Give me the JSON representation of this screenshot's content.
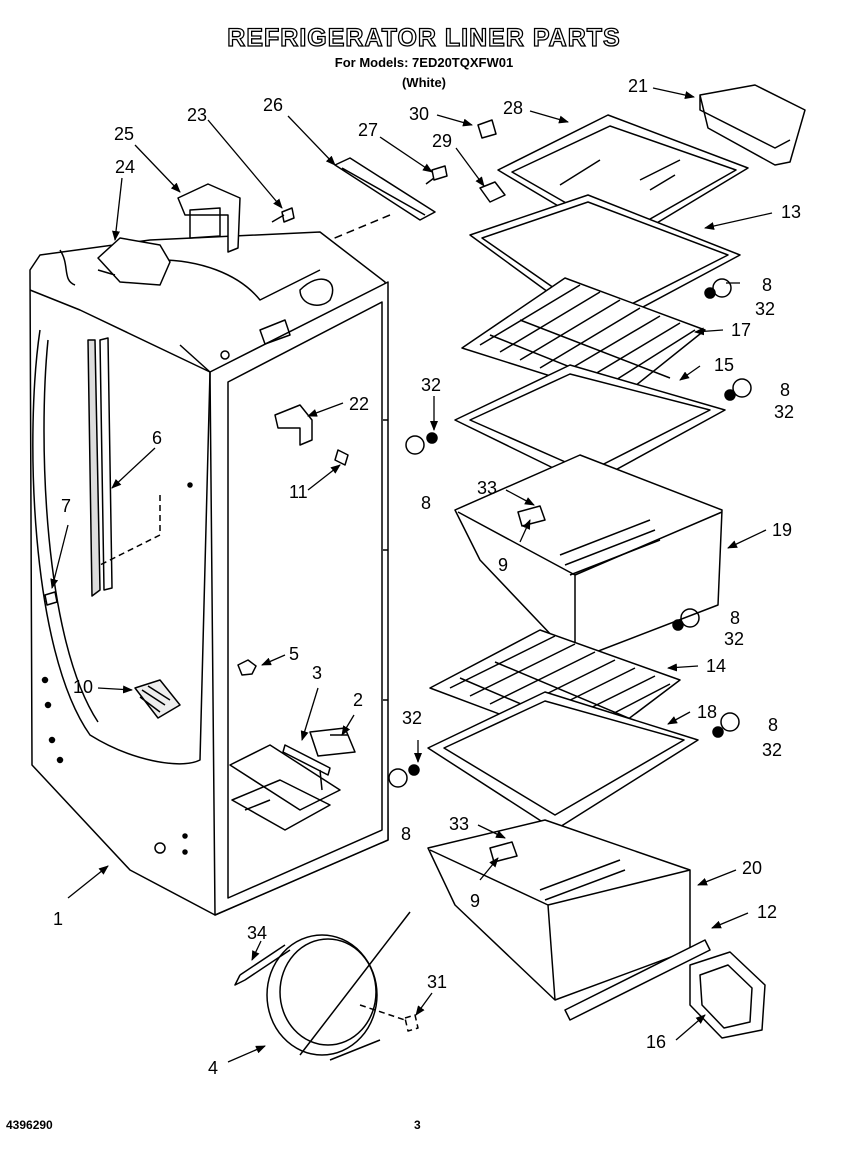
{
  "header": {
    "title": "REFRIGERATOR LINER PARTS",
    "subtitle": "For Models: 7ED20TQXFW01",
    "color_note": "(White)"
  },
  "footer": {
    "doc_number": "4396290",
    "page_number": "3"
  },
  "callouts": [
    "1",
    "2",
    "3",
    "4",
    "5",
    "6",
    "7",
    "8",
    "9",
    "10",
    "11",
    "12",
    "13",
    "14",
    "15",
    "16",
    "17",
    "18",
    "19",
    "20",
    "21",
    "22",
    "23",
    "24",
    "25",
    "26",
    "27",
    "28",
    "29",
    "30",
    "31",
    "32",
    "33",
    "34"
  ]
}
